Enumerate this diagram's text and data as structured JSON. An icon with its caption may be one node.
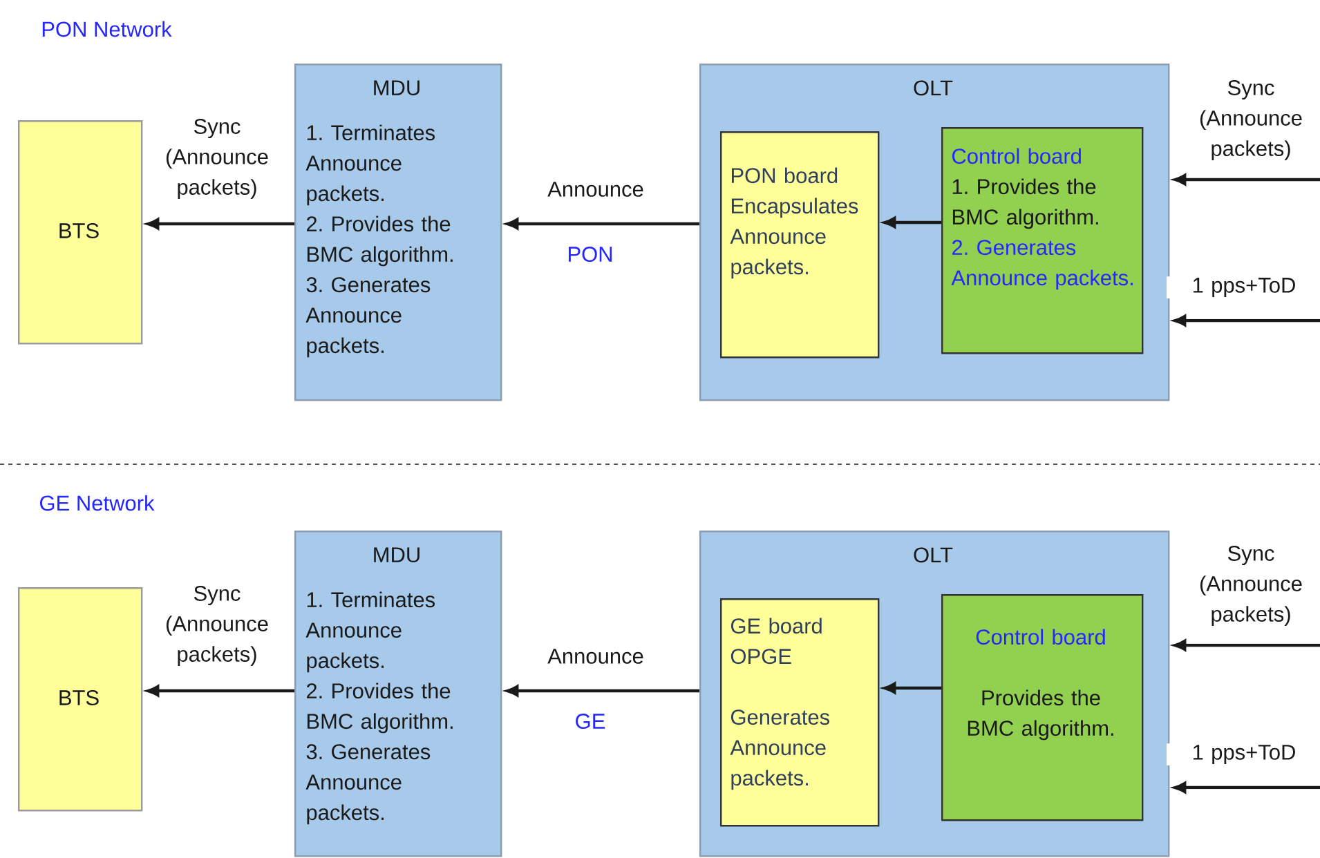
{
  "diagram": {
    "nodes": [
      {
        "text": [
          "BTS"
        ]
      },
      {
        "text": [
          "MDU",
          "1. Terminates Announce packets.",
          "2. Provides the BMC algorithm.",
          "3. Generates Announce packets."
        ]
      },
      {
        "text": [
          "OLT"
        ]
      },
      {
        "text": [
          "PON board Encapsulates Announce packets."
        ],
        "in": 2
      },
      {
        "text": [
          "Control board",
          "1. Provides the BMC algorithm.",
          "2. Generates Announce packets."
        ],
        "in": 2
      },
      {
        "text": [
          "BTS"
        ]
      },
      {
        "text": [
          "MDU",
          "1. Terminates Announce packets.",
          "2. Provides the BMC algorithm.",
          "3. Generates Announce packets."
        ]
      },
      {
        "text": [
          "OLT"
        ]
      },
      {
        "text": [
          "GE board OPGE",
          "Generates Announce packets."
        ],
        "in": 7
      },
      {
        "text": [
          "Control board",
          "Provides the BMC algorithm."
        ],
        "in": 7
      }
    ],
    "edges": [
      {
        "from": 1,
        "to": 0,
        "arrow": "to",
        "label": "Sync (Announce packets)"
      },
      {
        "from": 2,
        "to": 1,
        "arrow": "to",
        "label": "Announce"
      },
      {
        "from": 4,
        "to": 3,
        "arrow": "to"
      },
      {
        "from": null,
        "to": 2,
        "arrow": "to",
        "label": "Sync (Announce packets)"
      },
      {
        "from": null,
        "to": 2,
        "arrow": "to",
        "label": "1 pps+ToD"
      },
      {
        "from": 6,
        "to": 5,
        "arrow": "to",
        "label": "Sync (Announce packets)"
      },
      {
        "from": 7,
        "to": 6,
        "arrow": "to",
        "label": "Announce"
      },
      {
        "from": 9,
        "to": 8,
        "arrow": "to"
      },
      {
        "from": null,
        "to": 7,
        "arrow": "to",
        "label": "Sync (Announce packets)"
      },
      {
        "from": null,
        "to": 7,
        "arrow": "to",
        "label": "1 pps+ToD"
      }
    ],
    "labels": [
      "PON Network",
      "PON",
      "GE Network",
      "GE"
    ]
  }
}
